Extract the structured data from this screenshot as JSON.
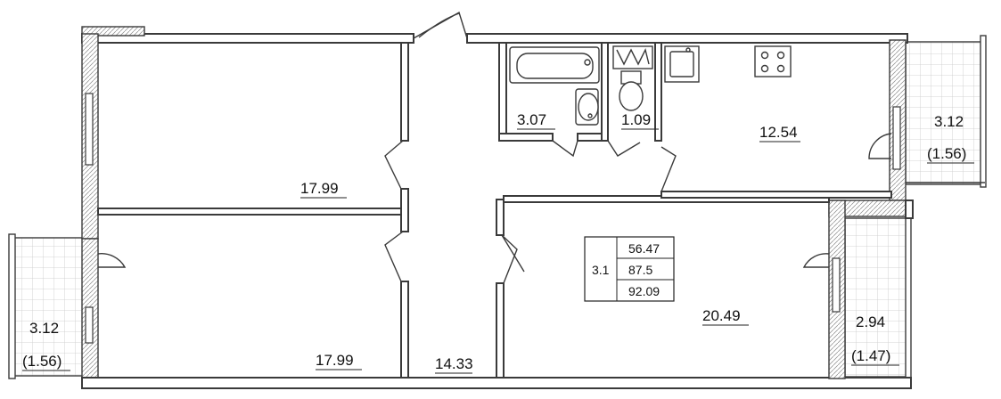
{
  "rooms": {
    "room_top_left": "17.99",
    "room_bottom_left": "17.99",
    "corridor": "14.33",
    "bathroom": "3.07",
    "toilet": "1.09",
    "kitchen": "12.54",
    "living": "20.49"
  },
  "balconies": {
    "right_top": {
      "area": "3.12",
      "reduced": "(1.56)"
    },
    "left": {
      "area": "3.12",
      "reduced": "(1.56)"
    },
    "right_bottom": {
      "area": "2.94",
      "reduced": "(1.47)"
    }
  },
  "summary": {
    "apartment_id": "3.1",
    "living_area": "56.47",
    "total_area": "87.5",
    "total_with_balconies": "92.09"
  }
}
